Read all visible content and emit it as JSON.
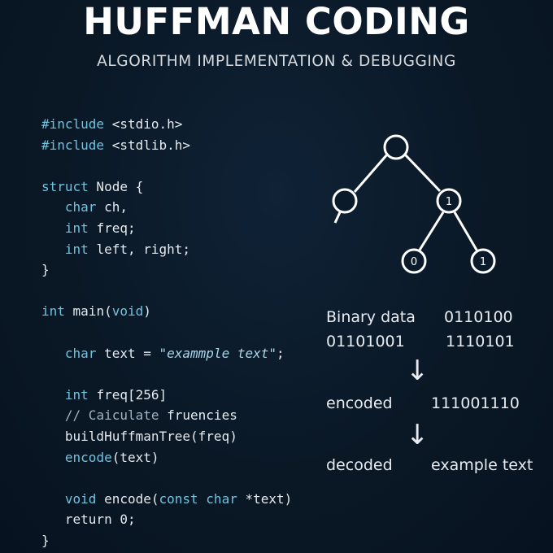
{
  "header": {
    "title": "HUFFMAN CODING",
    "subtitle": "ALGORITHM IMPLEMENTATION & DEBUGGING"
  },
  "code": {
    "lines": [
      [
        {
          "t": "#include",
          "c": "kw"
        },
        {
          "t": " <stdio.h>"
        }
      ],
      [
        {
          "t": "#include",
          "c": "kw"
        },
        {
          "t": " <stdlib.h>"
        }
      ],
      [],
      [
        {
          "t": "struct",
          "c": "kw"
        },
        {
          "t": " Node {"
        }
      ],
      [
        {
          "t": "   "
        },
        {
          "t": "char",
          "c": "kw"
        },
        {
          "t": " ch,"
        }
      ],
      [
        {
          "t": "   "
        },
        {
          "t": "int",
          "c": "kw"
        },
        {
          "t": " freq;"
        }
      ],
      [
        {
          "t": "   "
        },
        {
          "t": "int",
          "c": "kw"
        },
        {
          "t": " left, right;"
        }
      ],
      [
        {
          "t": "}"
        }
      ],
      [],
      [
        {
          "t": "int",
          "c": "kw"
        },
        {
          "t": " main("
        },
        {
          "t": "void",
          "c": "kw"
        },
        {
          "t": ")"
        }
      ],
      [],
      [
        {
          "t": "   "
        },
        {
          "t": "char",
          "c": "kw"
        },
        {
          "t": " text = "
        },
        {
          "t": "\"exammple text\"",
          "c": "str"
        },
        {
          "t": ";"
        }
      ],
      [],
      [
        {
          "t": "   "
        },
        {
          "t": "int",
          "c": "kw"
        },
        {
          "t": " freq[256]"
        }
      ],
      [
        {
          "t": "   "
        },
        {
          "t": "// Caiculate",
          "c": "cm"
        },
        {
          "t": " fruencies"
        }
      ],
      [
        {
          "t": "   buildHuffmanTree(freq)"
        }
      ],
      [
        {
          "t": "   "
        },
        {
          "t": "encode",
          "c": "kw"
        },
        {
          "t": "(text)"
        }
      ],
      [],
      [
        {
          "t": "   "
        },
        {
          "t": "void",
          "c": "kw"
        },
        {
          "t": " encode("
        },
        {
          "t": "const char",
          "c": "kw"
        },
        {
          "t": " *text)"
        }
      ],
      [
        {
          "t": "   return 0;"
        }
      ],
      [
        {
          "t": "}"
        }
      ]
    ]
  },
  "tree": {
    "nodes": [
      {
        "id": "root",
        "label": ""
      },
      {
        "id": "left",
        "label": ""
      },
      {
        "id": "right",
        "label": "1"
      },
      {
        "id": "right-left",
        "label": "0"
      },
      {
        "id": "right-right",
        "label": "1"
      }
    ]
  },
  "binary": {
    "label": "Binary data",
    "values": [
      "0110100",
      "01101001",
      "1110101"
    ]
  },
  "encoded": {
    "label": "encoded",
    "value": "111001110"
  },
  "decoded": {
    "label": "decoded",
    "value": "example text"
  },
  "arrow_glyph": "↓"
}
